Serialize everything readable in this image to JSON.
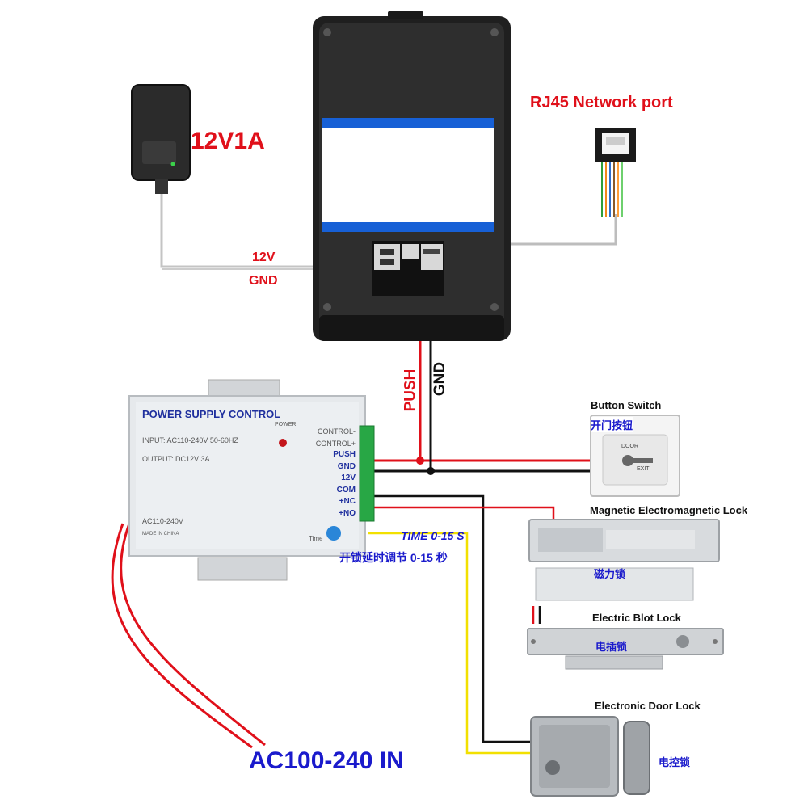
{
  "adapter": {
    "label": "12V1A"
  },
  "rj45": {
    "label": "RJ45 Network port"
  },
  "wires_top": {
    "v12": "12V",
    "gnd": "GND",
    "push": "PUSH",
    "gnd_vertical": "GND"
  },
  "psu": {
    "title": "POWER SUPPLY CONTROL",
    "power_label": "POWER",
    "input": "INPUT: AC110-240V  50-60HZ",
    "output": "OUTPUT: DC12V  3A",
    "ac": "AC110-240V",
    "made": "MADE IN CHINA",
    "time": "Time",
    "terminals": [
      "CONTROL-",
      "CONTROL+",
      "PUSH",
      "GND",
      "12V",
      "COM",
      "+NC",
      "+NO"
    ]
  },
  "time_note": {
    "en": "TIME 0-15 S",
    "cn": "开锁延时调节 0-15 秒"
  },
  "button_switch": {
    "en": "Button Switch",
    "cn": "开门按钮",
    "door": "DOOR",
    "exit": "EXIT"
  },
  "mag_lock": {
    "en": "Magnetic Electromagnetic Lock",
    "cn": "磁力锁"
  },
  "bolt_lock": {
    "en": "Electric Blot Lock",
    "cn": "电插锁"
  },
  "door_lock": {
    "en": "Electronic Door Lock",
    "cn": "电控锁"
  },
  "ac_in": {
    "label": "AC100-240 IN"
  },
  "colors": {
    "red": "#e0101a",
    "black": "#111111",
    "yellow": "#f2e000",
    "blue": "#1a1acc",
    "gray_wire": "#bfbfbf"
  }
}
